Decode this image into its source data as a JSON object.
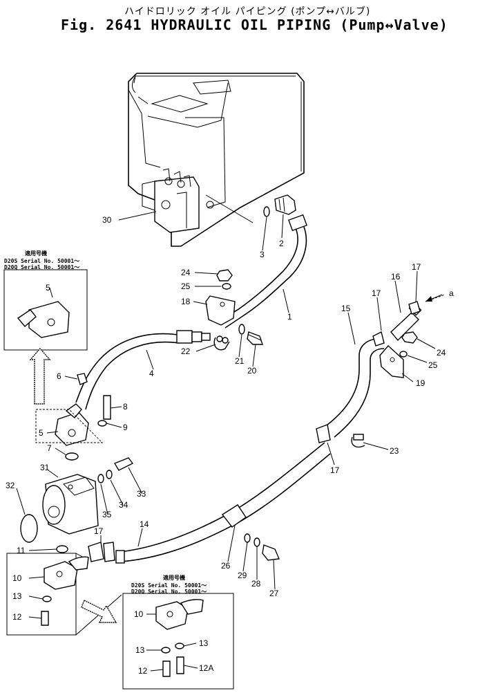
{
  "header": {
    "title_jp": "ハイドロリック オイル パイピング (ポンプ↔バルブ)",
    "title": "Fig. 2641 HYDRAULIC OIL PIPING (Pump↔Valve)"
  },
  "insets": {
    "top_left": {
      "heading": "適用号機",
      "serial_1": "D20S Serial No. 50001～",
      "serial_2": "D20Q Serial No. 50001～"
    },
    "bottom_right": {
      "heading": "適用号機",
      "serial_1": "D20S Serial No. 50001～",
      "serial_2": "D20Q Serial No. 50001～"
    }
  },
  "callouts": {
    "c1": "1",
    "c2": "2",
    "c3": "3",
    "c4": "4",
    "c5a": "5",
    "c5b": "5",
    "c6": "6",
    "c7": "7",
    "c8": "8",
    "c9": "9",
    "c10a": "10",
    "c10b": "10",
    "c11": "11",
    "c12a": "12",
    "c12b": "12",
    "c12A": "12A",
    "c13a": "13",
    "c13b": "13",
    "c13c": "13",
    "c14": "14",
    "c15": "15",
    "c16": "16",
    "c17a": "17",
    "c17b": "17",
    "c17c": "17",
    "c17d": "17",
    "c18": "18",
    "c19": "19",
    "c20": "20",
    "c21": "21",
    "c22": "22",
    "c23": "23",
    "c24a": "24",
    "c24b": "24",
    "c25a": "25",
    "c25b": "25",
    "c26": "26",
    "c27": "27",
    "c28": "28",
    "c29": "29",
    "c30": "30",
    "c31": "31",
    "c32": "32",
    "c33": "33",
    "c34": "34",
    "c35": "35",
    "ca": "a"
  }
}
